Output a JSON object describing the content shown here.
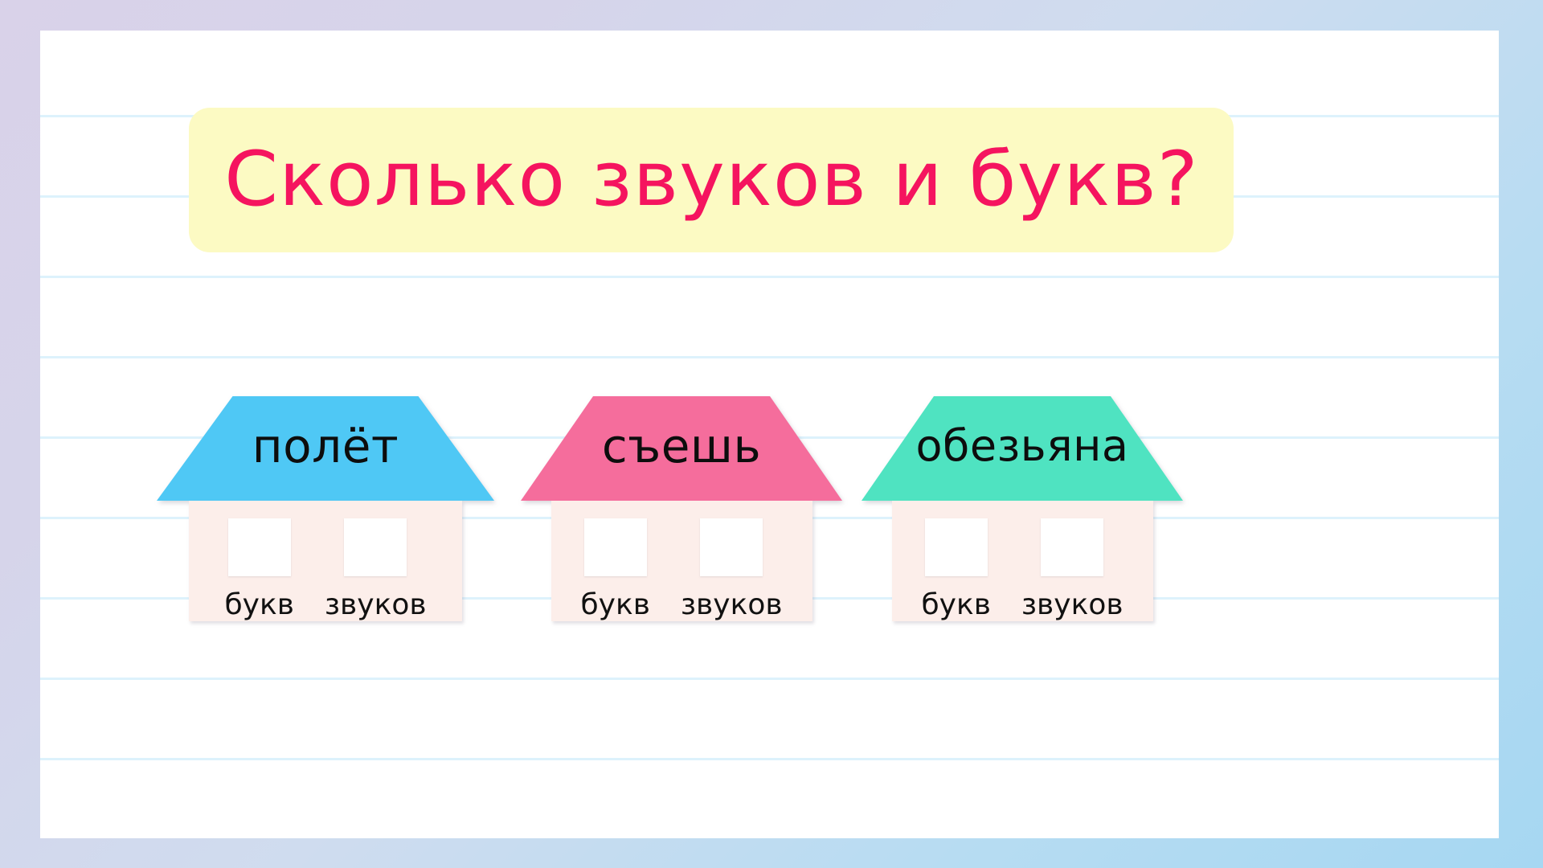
{
  "slide": {
    "background_gradient_from": "#d9d2e9",
    "background_gradient_to": "#a6d7f2",
    "paper_color": "#ffffff",
    "rule_line_color": "#ddf2fc"
  },
  "title": {
    "text": "Сколько звуков и букв?",
    "banner_color": "#fcfac3",
    "text_color": "#f5145f"
  },
  "houses": [
    {
      "word": "полёт",
      "roof_color": "#4fc8f5",
      "body_color": "#fceeea",
      "slots": [
        {
          "label": "букв",
          "value": ""
        },
        {
          "label": "звуков",
          "value": ""
        }
      ]
    },
    {
      "word": "съешь",
      "roof_color": "#f56d9c",
      "body_color": "#fceeea",
      "slots": [
        {
          "label": "букв",
          "value": ""
        },
        {
          "label": "звуков",
          "value": ""
        }
      ]
    },
    {
      "word": "обезьяна",
      "roof_color": "#4fe3c1",
      "body_color": "#fceeea",
      "slots": [
        {
          "label": "букв",
          "value": ""
        },
        {
          "label": "звуков",
          "value": ""
        }
      ]
    }
  ],
  "rule_lines_y": [
    105,
    205,
    305,
    405,
    505,
    605,
    705,
    805,
    905
  ]
}
